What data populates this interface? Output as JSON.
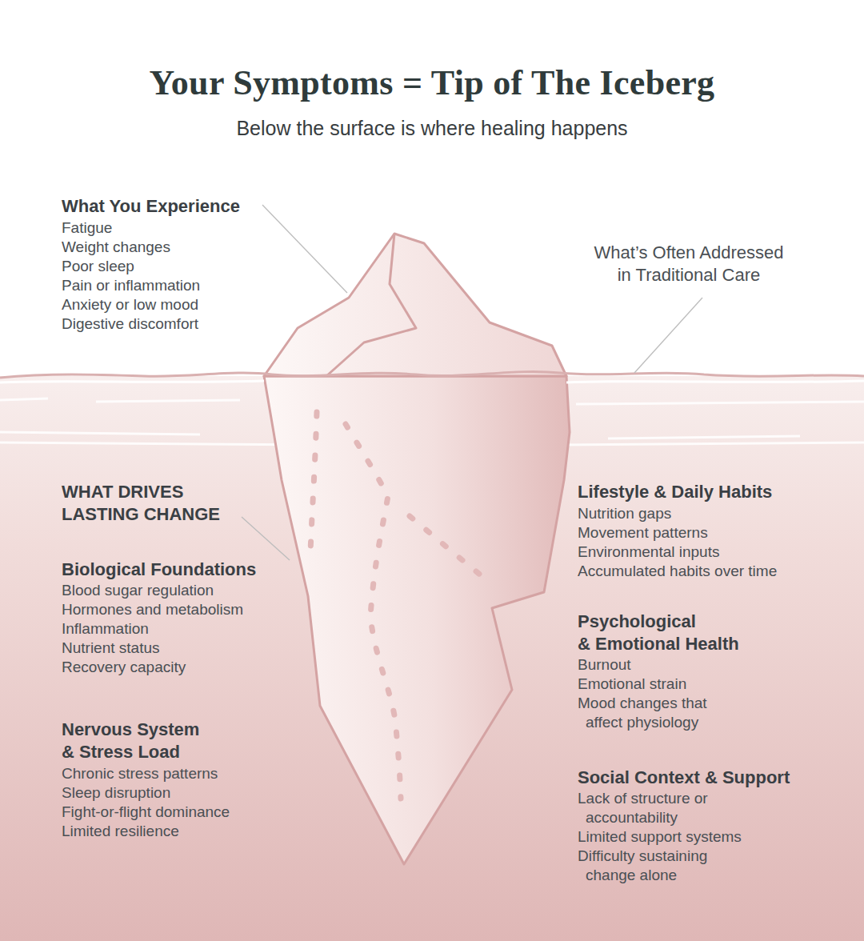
{
  "diagram": {
    "title": "Your Symptoms = Tip of The Iceberg",
    "labels": [
      "Below the surface is where healing happens",
      "What You Experience",
      "Fatigue",
      "Weight changes",
      "Poor sleep",
      "Pain or inflammation",
      "Anxiety or low mood",
      "Digestive discomfort",
      "What’s Often Addressed in Traditional Care",
      "WHAT DRIVES LASTING CHANGE",
      "Biological Foundations",
      "Blood sugar regulation",
      "Hormones and metabolism",
      "Inflammation",
      "Nutrient status",
      "Recovery capacity",
      "Nervous System & Stress Load",
      "Chronic stress patterns",
      "Sleep disruption",
      "Fight-or-flight dominance",
      "Limited resilience",
      "Lifestyle & Daily Habits",
      "Nutrition gaps",
      "Movement patterns",
      "Environmental inputs",
      "Accumulated habits over time",
      "Psychological & Emotional Health",
      "Burnout",
      "Emotional strain",
      "Mood changes that affect physiology",
      "Social Context & Support",
      "Lack of structure or accountability",
      "Limited support systems",
      "Difficulty sustaining change alone"
    ]
  }
}
